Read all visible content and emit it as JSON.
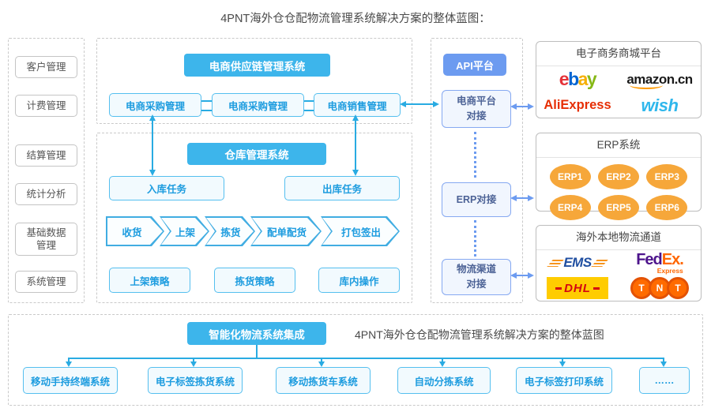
{
  "title": "4PNT海外仓仓配物流管理系统解决方案的整体蓝图：",
  "sidebar": {
    "items": [
      "客户管理",
      "计费管理",
      "结算管理",
      "统计分析",
      "基础数据\n管理",
      "系统管理"
    ]
  },
  "supply_chain": {
    "header": "电商供应链管理系统",
    "modules": [
      "电商采购管理",
      "电商采购管理",
      "电商销售管理"
    ]
  },
  "warehouse": {
    "header": "仓库管理系统",
    "inbound_task": "入库任务",
    "outbound_task": "出库任务",
    "steps": [
      "收货",
      "上架",
      "拣货",
      "配单配货",
      "打包签出"
    ],
    "strategies": [
      "上架策略",
      "拣货策略",
      "库内操作"
    ]
  },
  "api_platform": {
    "header": "API平台",
    "nodes": [
      "电商平台\n对接",
      "ERP对接",
      "物流渠道\n对接"
    ]
  },
  "ecommerce_panel": {
    "title": "电子商务商城平台",
    "ebay_letters": [
      "e",
      "b",
      "a",
      "y"
    ],
    "amazon": "amazon.cn",
    "aliexpress": "AliExpress",
    "wish": "wish"
  },
  "erp_panel": {
    "title": "ERP系统",
    "items": [
      "ERP1",
      "ERP2",
      "ERP3",
      "ERP4",
      "ERP5",
      "ERP6"
    ]
  },
  "logistics_panel": {
    "title": "海外本地物流通道",
    "ems": "EMS",
    "fedex_main_1": "Fed",
    "fedex_main_2": "Ex.",
    "fedex_sub": "Express",
    "dhl": "DHL",
    "tnt_letters": [
      "T",
      "N",
      "T"
    ]
  },
  "integration": {
    "header": "智能化物流系统集成",
    "caption": "4PNT海外仓仓配物流管理系统解决方案的整体蓝图",
    "systems": [
      "移动手持终端系统",
      "电子标签拣货系统",
      "移动拣货车系统",
      "自动分拣系统",
      "电子标签打印系统",
      "……"
    ]
  },
  "colors": {
    "header_blue": "#3db5eb",
    "api_blue": "#6c9bf0",
    "arrow_cyan": "#29abe2",
    "node_border_blue": "#55bfef",
    "erp_orange": "#f6a73a"
  }
}
